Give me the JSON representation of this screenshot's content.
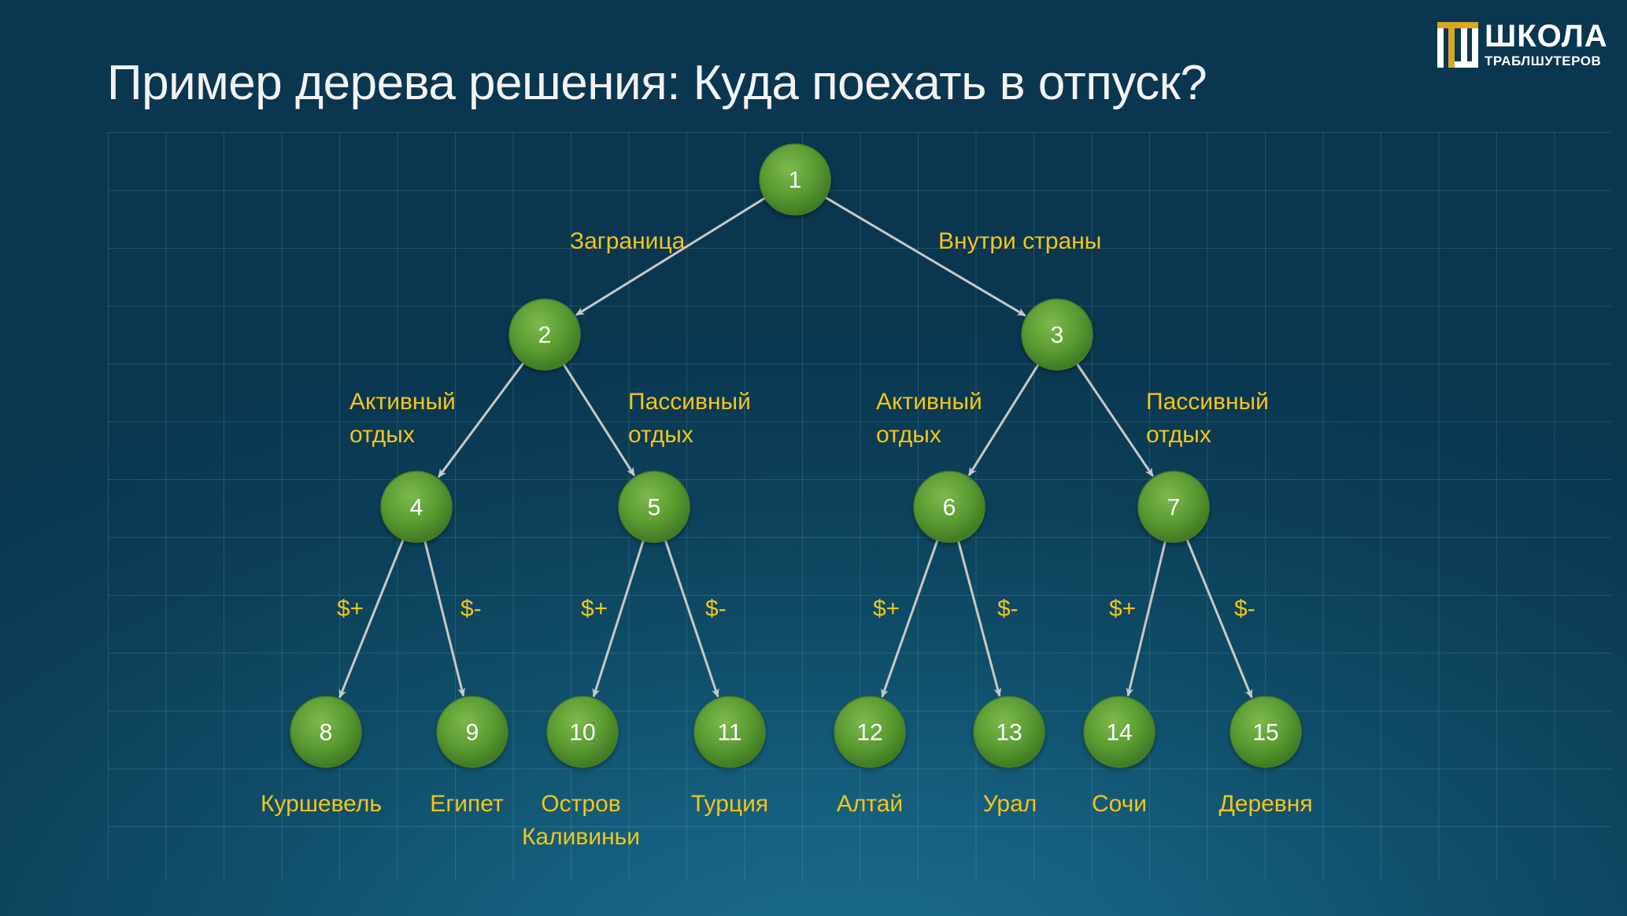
{
  "title": "Пример дерева решения: Куда поехать в отпуск?",
  "logo": {
    "line1": "ШКОЛА",
    "line2": "ТРАБЛШУТЕРОВ"
  },
  "colors": {
    "node_fill": "#5a9a32",
    "edge": "#c8c8c8",
    "label": "#f5c518",
    "title": "#f2f2f2"
  },
  "nodes": [
    {
      "id": "1",
      "label": "1"
    },
    {
      "id": "2",
      "label": "2"
    },
    {
      "id": "3",
      "label": "3"
    },
    {
      "id": "4",
      "label": "4"
    },
    {
      "id": "5",
      "label": "5"
    },
    {
      "id": "6",
      "label": "6"
    },
    {
      "id": "7",
      "label": "7"
    },
    {
      "id": "8",
      "label": "8"
    },
    {
      "id": "9",
      "label": "9"
    },
    {
      "id": "10",
      "label": "10"
    },
    {
      "id": "11",
      "label": "11"
    },
    {
      "id": "12",
      "label": "12"
    },
    {
      "id": "13",
      "label": "13"
    },
    {
      "id": "14",
      "label": "14"
    },
    {
      "id": "15",
      "label": "15"
    }
  ],
  "edges": [
    {
      "from": "1",
      "to": "2"
    },
    {
      "from": "1",
      "to": "3"
    },
    {
      "from": "2",
      "to": "4"
    },
    {
      "from": "2",
      "to": "5"
    },
    {
      "from": "3",
      "to": "6"
    },
    {
      "from": "3",
      "to": "7"
    },
    {
      "from": "4",
      "to": "8"
    },
    {
      "from": "4",
      "to": "9"
    },
    {
      "from": "5",
      "to": "10"
    },
    {
      "from": "5",
      "to": "11"
    },
    {
      "from": "6",
      "to": "12"
    },
    {
      "from": "6",
      "to": "13"
    },
    {
      "from": "7",
      "to": "14"
    },
    {
      "from": "7",
      "to": "15"
    }
  ],
  "edge_labels": {
    "abroad": "Заграница",
    "domestic": "Внутри страны",
    "active_left": [
      "Активный",
      "отдых"
    ],
    "passive_left": [
      "Пассивный",
      "отдых"
    ],
    "active_right": [
      "Активный",
      "отдых"
    ],
    "passive_right": [
      "Пассивный",
      "отдых"
    ],
    "money_plus": "$+",
    "money_minus": "$-"
  },
  "leaves": [
    {
      "node": "8",
      "lines": [
        "Куршевель"
      ]
    },
    {
      "node": "9",
      "lines": [
        "Египет"
      ]
    },
    {
      "node": "10",
      "lines": [
        "Остров",
        "Каливиньи"
      ]
    },
    {
      "node": "11",
      "lines": [
        "Турция"
      ]
    },
    {
      "node": "12",
      "lines": [
        "Алтай"
      ]
    },
    {
      "node": "13",
      "lines": [
        "Урал"
      ]
    },
    {
      "node": "14",
      "lines": [
        "Сочи"
      ]
    },
    {
      "node": "15",
      "lines": [
        "Деревня"
      ]
    }
  ]
}
